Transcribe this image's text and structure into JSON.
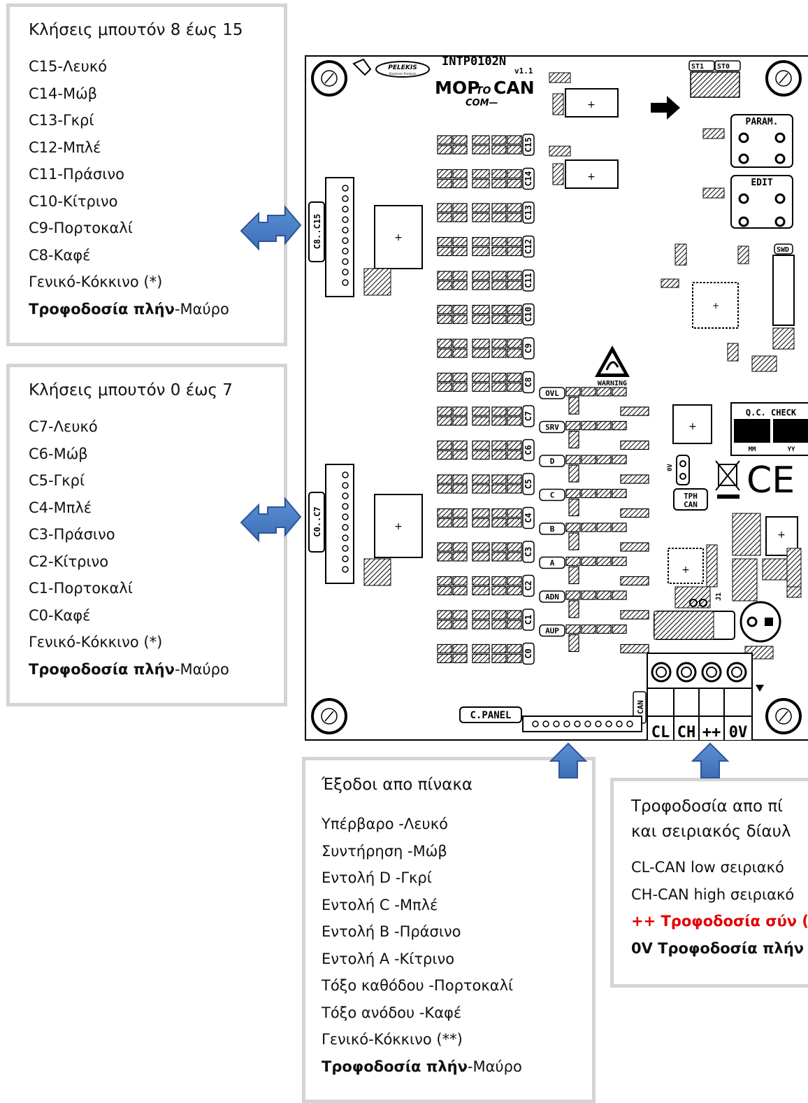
{
  "legend_buttons_8_15": {
    "title": "Κλήσεις μπουτόν 8 έως 15",
    "lines": [
      {
        "main": "C15-Λευκό"
      },
      {
        "main": "C14-Μώβ"
      },
      {
        "main": "C13-Γκρί"
      },
      {
        "main": "C12-Μπλέ"
      },
      {
        "main": "C11-Πράσινο"
      },
      {
        "main": "C10-Κίτρινο"
      },
      {
        "main": "C9-Πορτοκαλί"
      },
      {
        "main": "C8-Καφέ"
      },
      {
        "main": "Γενικό-Κόκκινο (*)"
      },
      {
        "bold": "Τροφοδοσία πλήν",
        "rest": "-Μαύρο"
      }
    ]
  },
  "legend_buttons_0_7": {
    "title": "Κλήσεις μπουτόν 0 έως 7",
    "lines": [
      {
        "main": "C7-Λευκό"
      },
      {
        "main": "C6-Μώβ"
      },
      {
        "main": "C5-Γκρί"
      },
      {
        "main": "C4-Μπλέ"
      },
      {
        "main": "C3-Πράσινο"
      },
      {
        "main": "C2-Κίτρινο"
      },
      {
        "main": "C1-Πορτοκαλί"
      },
      {
        "main": "C0-Καφέ"
      },
      {
        "main": "Γενικό-Κόκκινο (*)"
      },
      {
        "bold": "Τροφοδοσία πλήν",
        "rest": "-Μαύρο"
      }
    ]
  },
  "legend_outputs": {
    "title": "Έξοδοι απο πίνακα",
    "lines": [
      {
        "main": "Υπέρβαρο -Λευκό"
      },
      {
        "main": "Συντήρηση -Μώβ"
      },
      {
        "main": "Εντολή D -Γκρί"
      },
      {
        "main": "Εντολή C -Μπλέ"
      },
      {
        "main": "Εντολή B -Πράσινο"
      },
      {
        "main": "Εντολή A -Κίτρινο"
      },
      {
        "main": "Τόξο καθόδου -Πορτοκαλί"
      },
      {
        "main": "Τόξο ανόδου -Καφέ"
      },
      {
        "main": "Γενικό-Κόκκινο (**)"
      },
      {
        "bold": "Τροφοδοσία πλήν",
        "rest": "-Μαύρο"
      }
    ]
  },
  "legend_power": {
    "title_1": "Τροφοδοσία απο πί",
    "title_2": "και σειριακός δίαυλ",
    "lines": [
      {
        "main": "CL-CAN low σειριακό"
      },
      {
        "main": "CH-CAN high σειριακό"
      },
      {
        "red": "++ Τροφοδοσία σύν ("
      },
      {
        "bold": "0V Τροφοδοσία πλήν"
      }
    ]
  },
  "pcb": {
    "part_number": "INTP0102N",
    "version": "v1.1",
    "brand": "PELEKIS",
    "brand_sub": "Electronic Products",
    "product_big": "MOP",
    "product_small": "TO",
    "product_end": "CAN",
    "product_sub": "COM—",
    "connector_upper": "C8..C15",
    "connector_lower": "C0..C7",
    "c_labels": [
      "C15",
      "C14",
      "C13",
      "C12",
      "C11",
      "C10",
      "C9",
      "C8",
      "C7",
      "C6",
      "C5",
      "C4",
      "C3",
      "C2",
      "C1",
      "C0"
    ],
    "output_labels": [
      "OVL",
      "SRV",
      "D",
      "C",
      "B",
      "A",
      "ADN",
      "AUP"
    ],
    "warning": "WARNING",
    "status_leds": [
      "ST1",
      "ST0"
    ],
    "button_param": "PARAM.",
    "button_edit": "EDIT",
    "swd": "SWD",
    "qc_check": "Q.C. CHECK",
    "qc_mm": "MM",
    "qc_yy": "YY",
    "ce_mark": "CE",
    "zero_v": "0V",
    "tph_can_1": "TPH",
    "tph_can_2": "CAN",
    "c_panel": "C.PANEL",
    "can_vertical": "CAN",
    "can_terminals": [
      "CL",
      "CH",
      "++",
      "0V"
    ],
    "j1": "J1"
  }
}
